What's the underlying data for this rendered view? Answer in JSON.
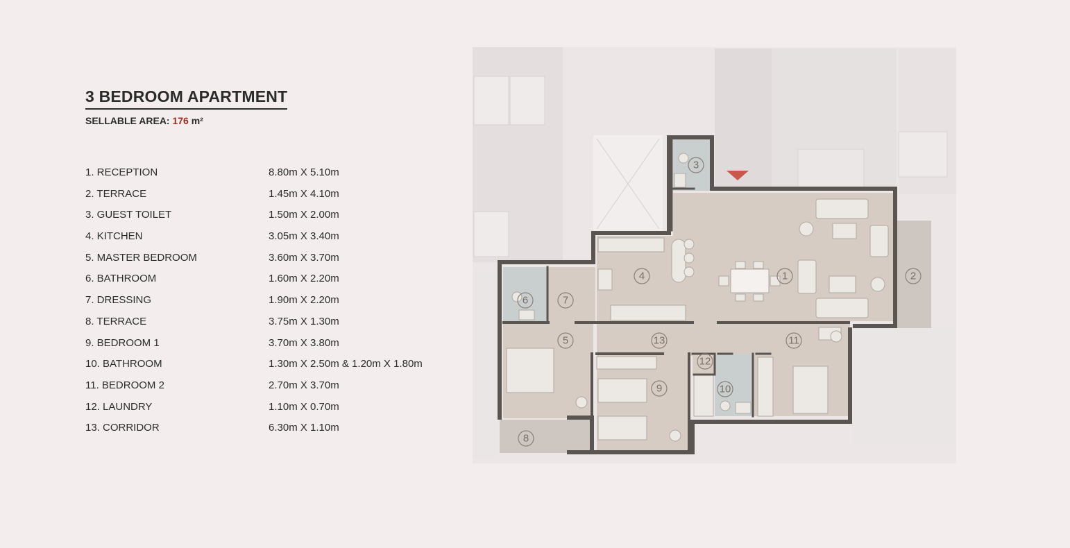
{
  "header": {
    "title": "3 BEDROOM APARTMENT",
    "area_label": "SELLABLE AREA:",
    "area_value": "176",
    "area_unit": "m²"
  },
  "rooms": [
    {
      "name": "1. RECEPTION",
      "dims": "8.80m X 5.10m"
    },
    {
      "name": "2. TERRACE",
      "dims": "1.45m X 4.10m"
    },
    {
      "name": "3. GUEST TOILET",
      "dims": "1.50m X 2.00m"
    },
    {
      "name": "4. KITCHEN",
      "dims": "3.05m X 3.40m"
    },
    {
      "name": "5. MASTER BEDROOM",
      "dims": "3.60m X 3.70m"
    },
    {
      "name": "6. BATHROOM",
      "dims": "1.60m X 2.20m"
    },
    {
      "name": "7. DRESSING",
      "dims": "1.90m X 2.20m"
    },
    {
      "name": "8. TERRACE",
      "dims": "3.75m X 1.30m"
    },
    {
      "name": "9. BEDROOM 1",
      "dims": "3.70m X 3.80m"
    },
    {
      "name": "10. BATHROOM",
      "dims": "1.30m X 2.50m  &  1.20m X 1.80m"
    },
    {
      "name": "11. BEDROOM 2",
      "dims": "2.70m X 3.70m"
    },
    {
      "name": "12. LAUNDRY",
      "dims": "1.10m X 0.70m"
    },
    {
      "name": "13. CORRIDOR",
      "dims": "6.30m X 1.10m"
    }
  ],
  "plan": {
    "room_numbers": [
      "1",
      "2",
      "3",
      "4",
      "5",
      "6",
      "7",
      "8",
      "9",
      "10",
      "11",
      "12",
      "13"
    ],
    "colors": {
      "wall": "#5b5552",
      "floor_warm": "#d6ccc3",
      "floor_wet": "#c9cfcf",
      "context": "#e6e0e0",
      "entrance_marker": "#c9574c",
      "accent": "#9e2a22"
    }
  }
}
